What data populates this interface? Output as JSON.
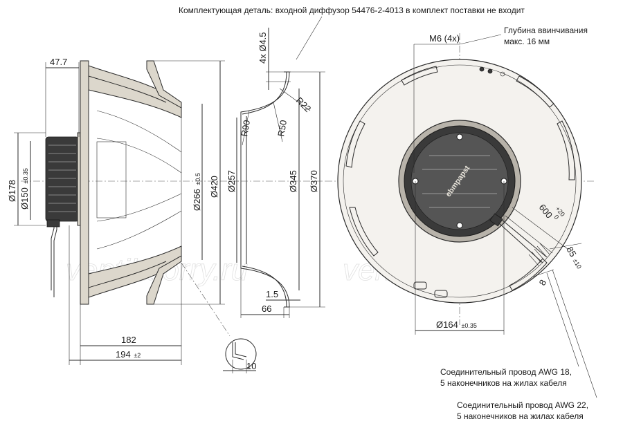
{
  "notes": {
    "top_note": "Комплектующая деталь: входной диффузор 54476-2-4013 в комплект поставки не входит",
    "depth_note_line1": "Глубина ввинчивания",
    "depth_note_line2": "макс. 16 мм",
    "wire1_line1": "Соединительный провод AWG 18,",
    "wire1_line2": "5 наконечников на жилах кабеля",
    "wire2_line1": "Соединительный провод AWG 22,",
    "wire2_line2": "5 наконечников на жилах кабеля"
  },
  "dims": {
    "d47_7": "47.7",
    "d178": "Ø178",
    "d150": "Ø150",
    "d150_tol": "±0.35",
    "d266": "Ø266",
    "d266_tol": "±0.5",
    "d420": "Ø420",
    "d182": "182",
    "d194": "194",
    "d194_tol": "±2",
    "d10": "10",
    "bolt": "4x Ø4.5",
    "r22": "R22",
    "r90": "R90",
    "r50": "R50",
    "d257": "Ø257",
    "d345": "Ø345",
    "d370": "Ø370",
    "d1_5": "1.5",
    "d66": "66",
    "m6": "M6 (4x)",
    "d600": "600",
    "d600_tol_up": "+20",
    "d600_tol_low": "0",
    "d85": "85",
    "d85_tol": "±10",
    "d8": "8",
    "d164": "Ø164",
    "d164_tol": "±0.35"
  },
  "logo_text": "ebmpapst",
  "watermark": "ventilatorry.ru"
}
